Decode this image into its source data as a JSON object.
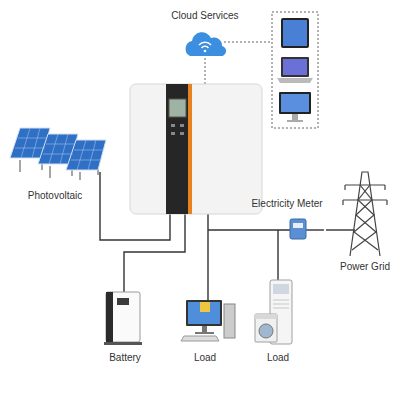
{
  "diagram": {
    "nodes": [
      {
        "text": [
          "Cloud Services"
        ]
      },
      {
        "text": [
          "Photovoltaic"
        ]
      },
      {
        "text": [
          "Electricity Meter"
        ]
      },
      {
        "text": [
          "Power Grid"
        ]
      },
      {
        "text": [
          "Battery"
        ]
      },
      {
        "text": [
          "Load"
        ]
      },
      {
        "text": [
          "Load"
        ]
      }
    ],
    "edges": [
      {
        "from": 2,
        "to": 3,
        "arrow": "none"
      }
    ]
  }
}
